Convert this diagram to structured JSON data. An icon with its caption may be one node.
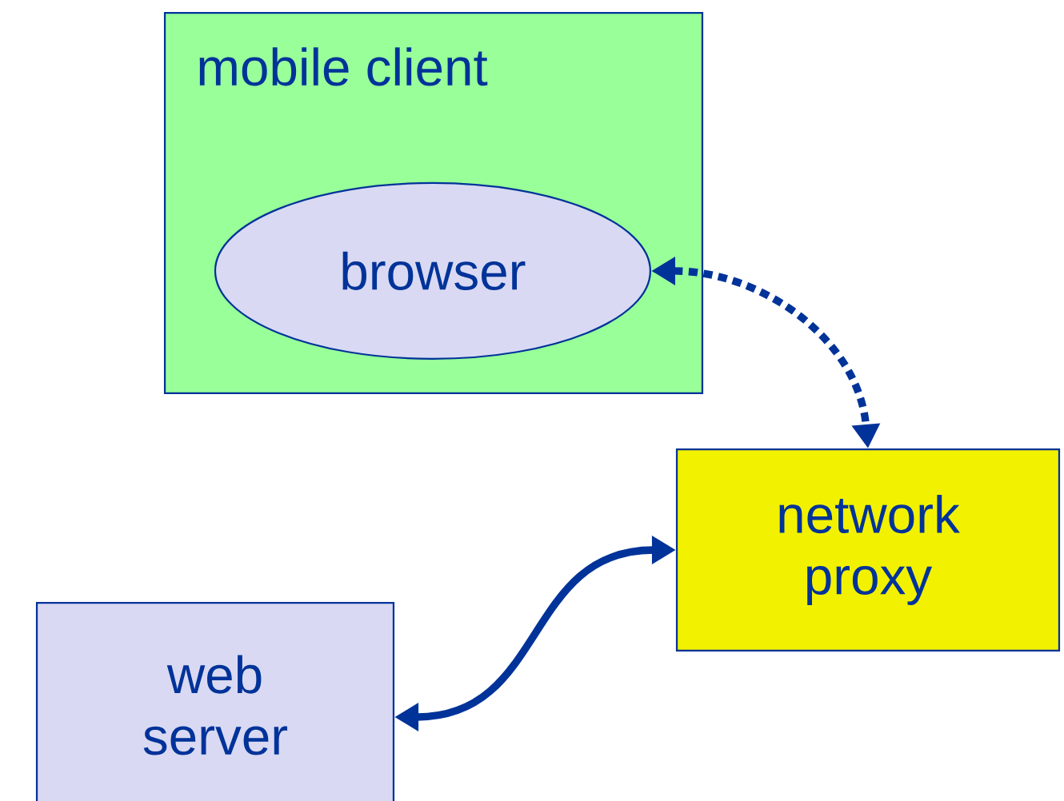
{
  "diagram": {
    "nodes": [
      {
        "text": [
          "mobile client"
        ]
      },
      {
        "text": [
          "browser"
        ],
        "in": 0
      },
      {
        "text": [
          "network proxy"
        ]
      },
      {
        "text": [
          "web server"
        ]
      }
    ],
    "edges": [
      {
        "from": 1,
        "to": 2,
        "arrow": "both",
        "style": "dashed"
      },
      {
        "from": 3,
        "to": 2,
        "arrow": "both"
      }
    ]
  }
}
